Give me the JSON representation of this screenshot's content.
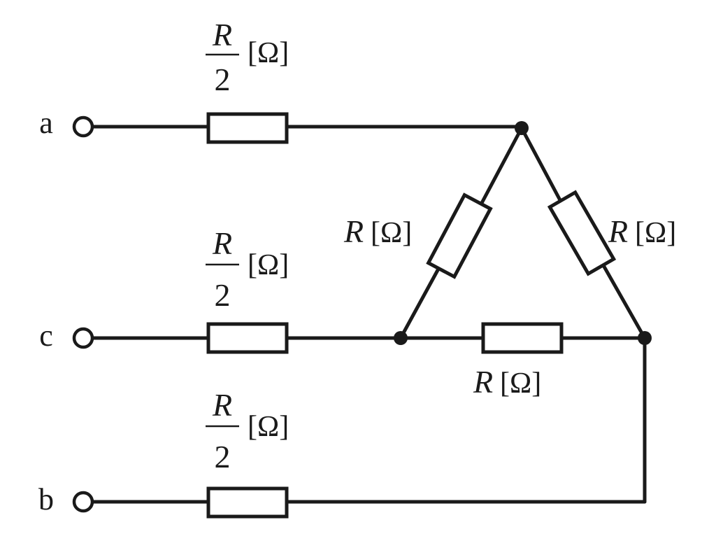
{
  "terminals": {
    "a": "a",
    "c": "c",
    "b": "b"
  },
  "series_resistors": [
    {
      "id": "ra",
      "numerator": "R",
      "denominator": "2",
      "unit": "[Ω]"
    },
    {
      "id": "rc",
      "numerator": "R",
      "denominator": "2",
      "unit": "[Ω]"
    },
    {
      "id": "rb",
      "numerator": "R",
      "denominator": "2",
      "unit": "[Ω]"
    }
  ],
  "delta_resistors": [
    {
      "id": "left",
      "symbol": "R",
      "unit": "[Ω]"
    },
    {
      "id": "right",
      "symbol": "R",
      "unit": "[Ω]"
    },
    {
      "id": "bottom",
      "symbol": "R",
      "unit": "[Ω]"
    }
  ]
}
